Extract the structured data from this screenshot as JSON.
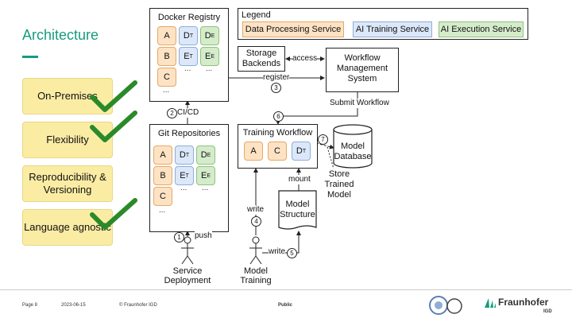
{
  "slide": {
    "title": "Architecture"
  },
  "features": [
    {
      "label": "On-Premises",
      "checked": true
    },
    {
      "label": "Flexibility",
      "checked": true
    },
    {
      "label": "Reproducibility & Versioning",
      "checked": false
    },
    {
      "label": "Language agnostic",
      "checked": true
    }
  ],
  "legend": {
    "title": "Legend",
    "items": [
      "Data Processing Service",
      "AI Training Service",
      "AI Execution Service"
    ],
    "colors": {
      "data_processing": "#fde3c4",
      "ai_training": "#dce8fa",
      "ai_execution": "#d5eccb"
    }
  },
  "docker_registry": {
    "title": "Docker Registry",
    "cells": [
      "A",
      "D",
      "T",
      "D",
      "E",
      "B",
      "E",
      "T",
      "E",
      "E",
      "C"
    ],
    "dots": "..."
  },
  "git_repositories": {
    "title": "Git Repositories",
    "dots": "..."
  },
  "storage": {
    "line1": "Storage",
    "line2": "Backends"
  },
  "wms": {
    "line1": "Workflow",
    "line2": "Management",
    "line3": "System"
  },
  "training_workflow": {
    "title": "Training Workflow",
    "cells": [
      "A",
      "C",
      "D",
      "T"
    ]
  },
  "model_database": {
    "line1": "Model",
    "line2": "Database"
  },
  "model_structure": {
    "line1": "Model",
    "line2": "Structure"
  },
  "edges": {
    "access": "access",
    "register": "register",
    "cicd": "CI/CD",
    "submit": "Submit Workflow",
    "push": "push",
    "write_up": "write",
    "write_side": "write",
    "mount": "mount",
    "store1": "Store",
    "store2": "Trained",
    "store3": "Model"
  },
  "steps": [
    "1",
    "2",
    "3",
    "4",
    "5",
    "6",
    "7"
  ],
  "actors": {
    "service": {
      "line1": "Service",
      "line2": "Deployment"
    },
    "training": {
      "line1": "Model",
      "line2": "Training"
    }
  },
  "footer": {
    "page": "Page 8",
    "date": "2023-06-15",
    "copyright": "© Fraunhofer IGD",
    "classification": "Public",
    "brand": "Fraunhofer",
    "brand_sub": "IGD"
  }
}
